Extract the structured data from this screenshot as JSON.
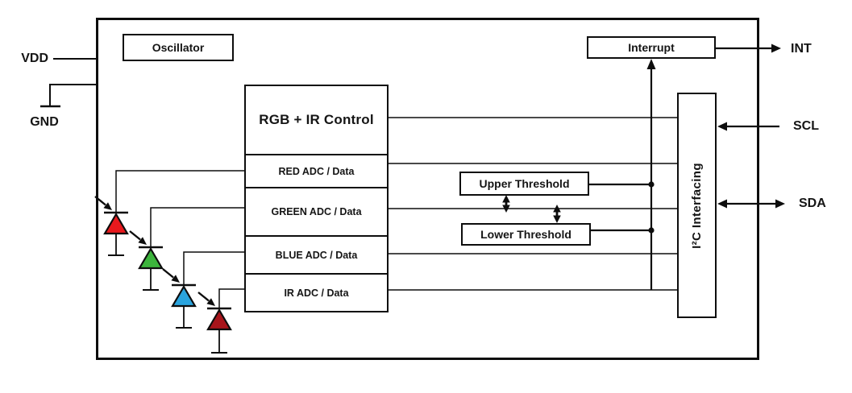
{
  "blocks": {
    "oscillator": "Oscillator",
    "interrupt": "Interrupt",
    "rgb_control": "RGB + IR Control",
    "adc_rows": [
      {
        "label": "RED ADC / Data"
      },
      {
        "label": "GREEN ADC / Data"
      },
      {
        "label": "BLUE ADC / Data"
      },
      {
        "label": "IR ADC / Data"
      }
    ],
    "upper_threshold": "Upper Threshold",
    "lower_threshold": "Lower Threshold",
    "i2c_interfacing": "I²C Interfacing"
  },
  "pins": {
    "vdd": "VDD",
    "gnd": "GND",
    "int": "INT",
    "scl": "SCL",
    "sda": "SDA"
  },
  "photodiodes": [
    {
      "name": "red-photodiode",
      "color": "#e8191d",
      "connects_to": "RED ADC / Data"
    },
    {
      "name": "green-photodiode",
      "color": "#3cb43c",
      "connects_to": "GREEN ADC / Data"
    },
    {
      "name": "blue-photodiode",
      "color": "#2aa4de",
      "connects_to": "BLUE ADC / Data"
    },
    {
      "name": "ir-photodiode",
      "color": "#a8151b",
      "connects_to": "IR ADC / Data"
    }
  ],
  "colors": {
    "line": "#000000",
    "background": "#ffffff"
  }
}
